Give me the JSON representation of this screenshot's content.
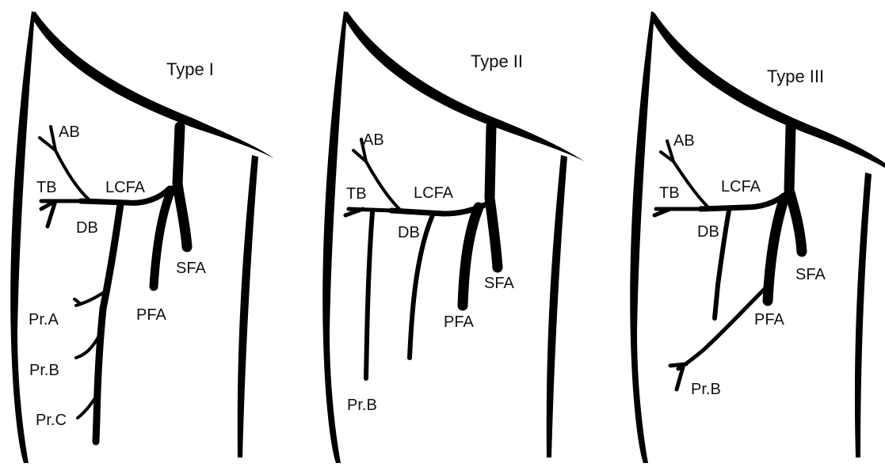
{
  "panels": [
    {
      "title": "Type I",
      "labels": {
        "ab": "AB",
        "tb": "TB",
        "lcfa": "LCFA",
        "db": "DB",
        "sfa": "SFA",
        "pfa": "PFA",
        "pra": "Pr.A",
        "prb": "Pr.B",
        "prc": "Pr.C"
      }
    },
    {
      "title": "Type II",
      "labels": {
        "ab": "AB",
        "tb": "TB",
        "lcfa": "LCFA",
        "db": "DB",
        "sfa": "SFA",
        "pfa": "PFA",
        "prb": "Pr.B"
      }
    },
    {
      "title": "Type III",
      "labels": {
        "ab": "AB",
        "tb": "TB",
        "lcfa": "LCFA",
        "db": "DB",
        "sfa": "SFA",
        "pfa": "PFA",
        "prb": "Pr.B"
      }
    }
  ]
}
